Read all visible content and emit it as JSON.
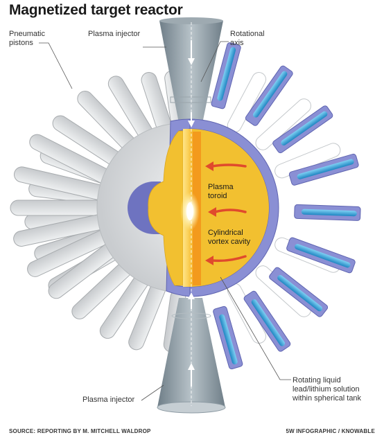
{
  "title": "Magnetized target reactor",
  "labels": {
    "pneumatic_pistons": [
      "Pneumatic",
      "pistons"
    ],
    "plasma_injector_top": "Plasma injector",
    "rotational_axis": [
      "Rotational",
      "axis"
    ],
    "plasma_toroid": [
      "Plasma",
      "toroid"
    ],
    "vortex_cavity": [
      "Cylindrical",
      "vortex cavity"
    ],
    "liquid_metal": [
      "Rotating liquid",
      "lead/lithium solution",
      "within spherical tank"
    ],
    "plasma_injector_bottom": "Plasma injector"
  },
  "footer": {
    "source": "SOURCE: REPORTING BY M. MITCHELL WALDROP",
    "credit": "5W INFOGRAPHIC / KNOWABLE"
  },
  "colors": {
    "liquid_metal": "#f2c030",
    "vortex_core": "#f39a1d",
    "tank_shell": "#8a8fd4",
    "piston_gray": "#d8dadc",
    "piston_blue": "#34a6dc",
    "flow_arrow": "#e04a2c",
    "injector": "#8c9aa3"
  }
}
